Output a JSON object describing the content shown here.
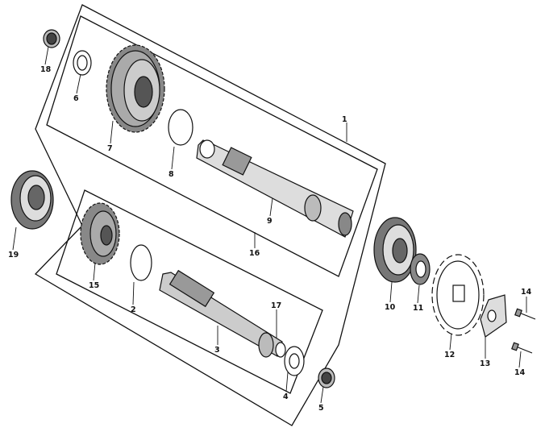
{
  "diagram": {
    "callouts": [
      {
        "id": "c1",
        "text": "1"
      },
      {
        "id": "c2",
        "text": "2"
      },
      {
        "id": "c3",
        "text": "3"
      },
      {
        "id": "c4",
        "text": "4"
      },
      {
        "id": "c5",
        "text": "5"
      },
      {
        "id": "c6",
        "text": "6"
      },
      {
        "id": "c7",
        "text": "7"
      },
      {
        "id": "c8",
        "text": "8"
      },
      {
        "id": "c9",
        "text": "9"
      },
      {
        "id": "c10",
        "text": "10"
      },
      {
        "id": "c11",
        "text": "11"
      },
      {
        "id": "c12",
        "text": "12"
      },
      {
        "id": "c13",
        "text": "13"
      },
      {
        "id": "c14a",
        "text": "14"
      },
      {
        "id": "c14b",
        "text": "14"
      },
      {
        "id": "c15",
        "text": "15"
      },
      {
        "id": "c16",
        "text": "16"
      },
      {
        "id": "c17",
        "text": "17"
      },
      {
        "id": "c18",
        "text": "18"
      },
      {
        "id": "c19",
        "text": "19"
      }
    ]
  }
}
